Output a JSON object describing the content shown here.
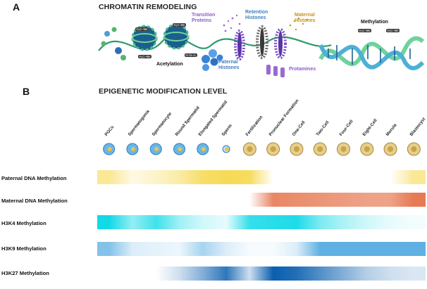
{
  "panels": {
    "a": {
      "letter": "A",
      "title": "CHROMATIN REMODELING"
    },
    "b": {
      "letter": "B",
      "title": "EPIGENETIC MODIFICATION LEVEL"
    }
  },
  "remodeling_labels": {
    "transition_proteins": "Transition Proteins",
    "retention_histones": "Retention Histones",
    "maternal_histones": "Maternal Histones",
    "paternal_histones": "Paternal Histones",
    "protamines": "Protamines",
    "acetylation": "Acetylation",
    "methylation": "Methylation",
    "methyl_tags": [
      "H₃C–Me",
      "H₃C–Me",
      "H₃C–Me",
      "H–N–A₂",
      "H₃C–Me",
      "H₃C–Me"
    ]
  },
  "colors": {
    "transition_proteins": "#8e5cc9",
    "retention_histones": "#3c7fc1",
    "maternal_histones": "#c7931e",
    "paternal_histones": "#3c7fc1",
    "protamines": "#8e5cc9",
    "paternal_dna": "#f6d84e",
    "maternal_dna": "#e67a55",
    "h3k4": "#12d9e6",
    "h3k9": "#4fa8e0",
    "h3k27": "#0a5fb0"
  },
  "stages": [
    "PGCs",
    "Spermatogonia",
    "Spermatocyte",
    "Round Spermatid",
    "Elongated Spermatid",
    "Sperm",
    "Fertilization",
    "Pronuclear Formation",
    "One-Cell",
    "Two-Cell",
    "Four-Cell",
    "Eight-Cell",
    "Morula",
    "Blastocyst"
  ],
  "rows": [
    {
      "label": "Paternal DNA Methylation",
      "color": "#f6d84e"
    },
    {
      "label": "Maternal DNA Methylation",
      "color": "#e67a55"
    },
    {
      "label": "H3K4 Methylation",
      "color": "#12d9e6"
    },
    {
      "label": "H3K9 Methylation",
      "color": "#4fa8e0"
    },
    {
      "label": "H3K27 Methylation",
      "color": "#0a5fb0"
    }
  ],
  "levels": {
    "paternal_dna": [
      0.6,
      0.15,
      0.3,
      0.5,
      0.85,
      0.95,
      0.9,
      0,
      0,
      0,
      0,
      0,
      0,
      0.6
    ],
    "maternal_dna": [
      0,
      0,
      0,
      0,
      0,
      0,
      0,
      0.9,
      0.85,
      0.8,
      0.75,
      0.7,
      0.7,
      1.0
    ],
    "h3k4": [
      1.0,
      0.45,
      0.8,
      0.4,
      0.2,
      0.1,
      0.85,
      0.9,
      0.95,
      0.55,
      0.35,
      0.2,
      0.1,
      0.05
    ],
    "h3k9": [
      0.7,
      0.2,
      0.15,
      0.1,
      0.5,
      0.2,
      0.05,
      0.05,
      0.2,
      0.9,
      0.9,
      0.9,
      0.9,
      0.9
    ],
    "h3k27": [
      0,
      0,
      0,
      0.2,
      0.5,
      0.85,
      0.2,
      1.0,
      0.9,
      0.7,
      0.5,
      0.3,
      0.2,
      0.15
    ]
  }
}
